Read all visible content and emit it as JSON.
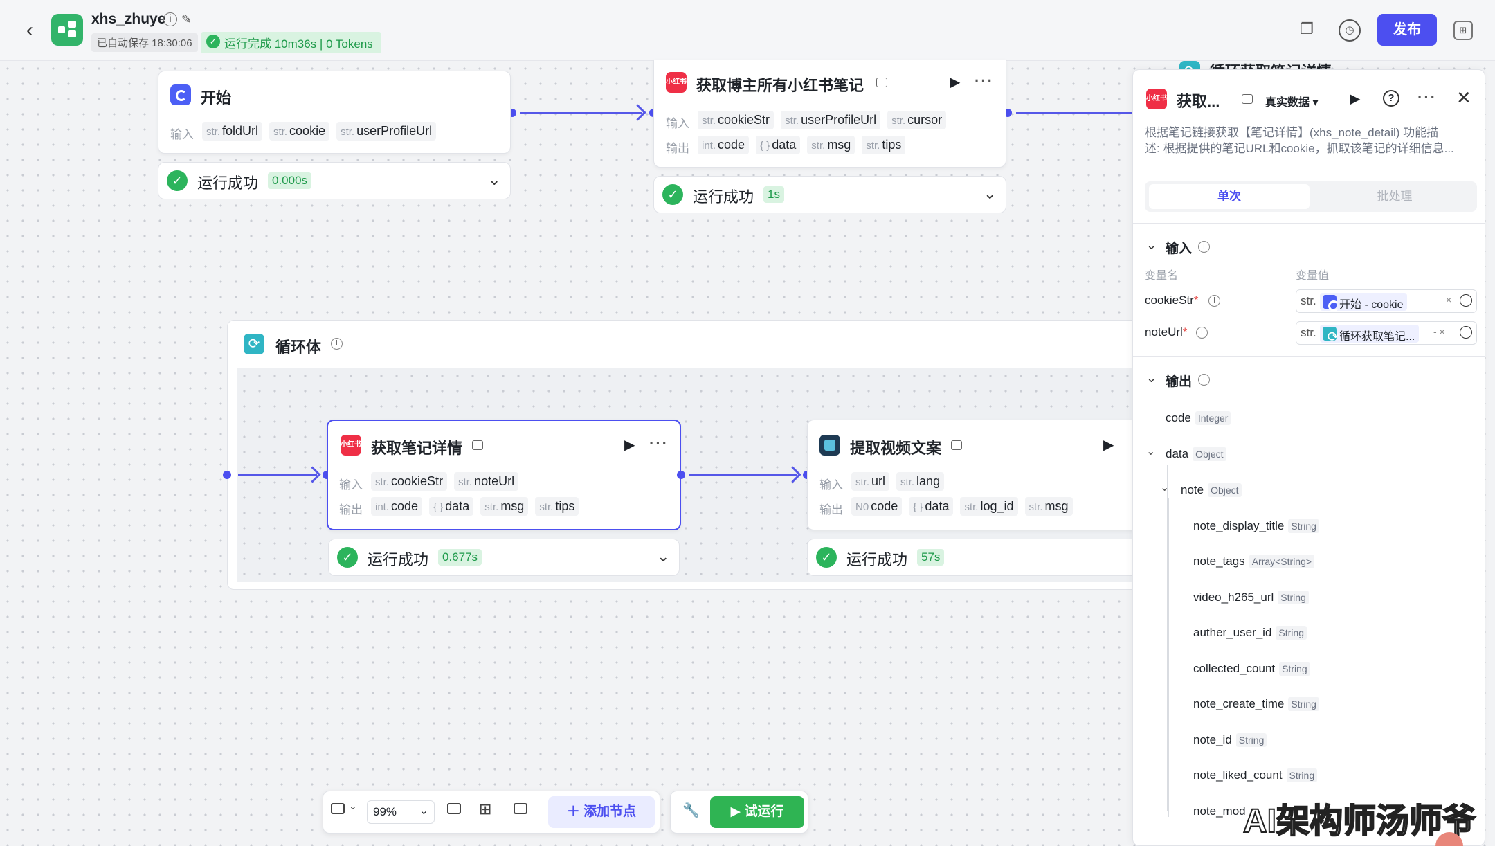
{
  "header": {
    "app_name": "xhs_zhuye",
    "autosave": "已自动保存 18:30:06",
    "run_status": "运行完成 10m36s | 0 Tokens",
    "publish_label": "发布"
  },
  "nodes": {
    "start": {
      "title": "开始",
      "input_label": "输入",
      "inputs": [
        {
          "type": "str.",
          "name": "foldUrl"
        },
        {
          "type": "str.",
          "name": "cookie"
        },
        {
          "type": "str.",
          "name": "userProfileUrl"
        }
      ],
      "status": "运行成功",
      "time": "0.000s"
    },
    "get_all_notes": {
      "icon_text": "小红书",
      "title": "获取博主所有小红书笔记",
      "input_label": "输入",
      "output_label": "输出",
      "inputs": [
        {
          "type": "str.",
          "name": "cookieStr"
        },
        {
          "type": "str.",
          "name": "userProfileUrl"
        },
        {
          "type": "str.",
          "name": "cursor"
        }
      ],
      "outputs": [
        {
          "type": "int.",
          "name": "code"
        },
        {
          "type": "{ }",
          "name": "data"
        },
        {
          "type": "str.",
          "name": "msg"
        },
        {
          "type": "str.",
          "name": "tips"
        }
      ],
      "status": "运行成功",
      "time": "1s"
    },
    "peek_title": "循环获取笔记详情",
    "loop": {
      "title": "循环体"
    },
    "note_detail": {
      "icon_text": "小红书",
      "title": "获取笔记详情",
      "input_label": "输入",
      "output_label": "输出",
      "inputs": [
        {
          "type": "str.",
          "name": "cookieStr"
        },
        {
          "type": "str.",
          "name": "noteUrl"
        }
      ],
      "outputs": [
        {
          "type": "int.",
          "name": "code"
        },
        {
          "type": "{ }",
          "name": "data"
        },
        {
          "type": "str.",
          "name": "msg"
        },
        {
          "type": "str.",
          "name": "tips"
        }
      ],
      "status": "运行成功",
      "time": "0.677s"
    },
    "video_text": {
      "title": "提取视频文案",
      "input_label": "输入",
      "output_label": "输出",
      "inputs": [
        {
          "type": "str.",
          "name": "url"
        },
        {
          "type": "str.",
          "name": "lang"
        }
      ],
      "outputs": [
        {
          "type": "N0",
          "name": "code"
        },
        {
          "type": "{ }",
          "name": "data"
        },
        {
          "type": "str.",
          "name": "log_id"
        },
        {
          "type": "str.",
          "name": "msg"
        }
      ],
      "status": "运行成功",
      "time": "57s"
    }
  },
  "panel": {
    "icon_text": "小红书",
    "title": "获取...",
    "data_mode": "真实数据",
    "desc_line1": "根据笔记链接获取【笔记详情】(xhs_note_detail) 功能描",
    "desc_line2": "述: 根据提供的笔记URL和cookie，抓取该笔记的详细信息...",
    "tab_single": "单次",
    "tab_batch": "批处理",
    "input_section": "输入",
    "col_name": "变量名",
    "col_value": "变量值",
    "inputs": [
      {
        "name": "cookieStr",
        "type": "str.",
        "value": "开始 - cookie"
      },
      {
        "name": "noteUrl",
        "type": "str.",
        "value": "循环获取笔记..."
      }
    ],
    "output_section": "输出",
    "outputs": [
      {
        "name": "code",
        "type": "Integer"
      },
      {
        "name": "data",
        "type": "Object"
      },
      {
        "name": "note",
        "type": "Object"
      },
      {
        "name": "note_display_title",
        "type": "String"
      },
      {
        "name": "note_tags",
        "type": "Array<String>"
      },
      {
        "name": "video_h265_url",
        "type": "String"
      },
      {
        "name": "auther_user_id",
        "type": "String"
      },
      {
        "name": "collected_count",
        "type": "String"
      },
      {
        "name": "note_create_time",
        "type": "String"
      },
      {
        "name": "note_id",
        "type": "String"
      },
      {
        "name": "note_liked_count",
        "type": "String"
      },
      {
        "name": "note_mod",
        "type": ""
      }
    ]
  },
  "toolbar": {
    "zoom": "99%",
    "add_node": "添加节点",
    "trial_run": "试运行"
  },
  "watermark": "AI架构师汤师爷",
  "colors": {
    "accent": "#4c4ff0",
    "success": "#2cb45c",
    "xhs_red": "#ef2f46"
  }
}
